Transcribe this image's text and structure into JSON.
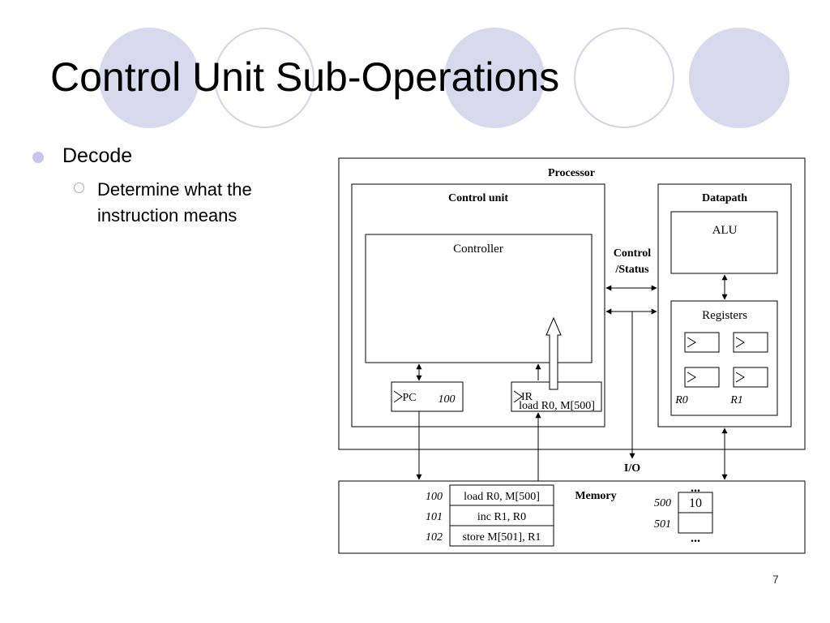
{
  "slide": {
    "title": "Control Unit Sub-Operations",
    "bullets": [
      {
        "text": "Decode",
        "sub": [
          {
            "text": "Determine what the instruction means"
          }
        ]
      }
    ],
    "slide_number": "7"
  },
  "diagram": {
    "processor_label": "Processor",
    "control_unit_label": "Control unit",
    "datapath_label": "Datapath",
    "controller_label": "Controller",
    "control_status_label_1": "Control",
    "control_status_label_2": "/Status",
    "alu_label": "ALU",
    "registers_label": "Registers",
    "r0_label": "R0",
    "r1_label": "R1",
    "pc_label": "PC",
    "pc_value": "100",
    "ir_label": "IR",
    "ir_value": "load R0, M[500]",
    "io_label": "I/O",
    "memory_label": "Memory",
    "memory_program": [
      {
        "address": "100",
        "content": "load R0, M[500]"
      },
      {
        "address": "101",
        "content": "inc R1, R0"
      },
      {
        "address": "102",
        "content": "store M[501], R1"
      }
    ],
    "memory_data": [
      {
        "address": "500",
        "content": "10"
      },
      {
        "address": "501",
        "content": ""
      }
    ],
    "ellipsis": "..."
  }
}
